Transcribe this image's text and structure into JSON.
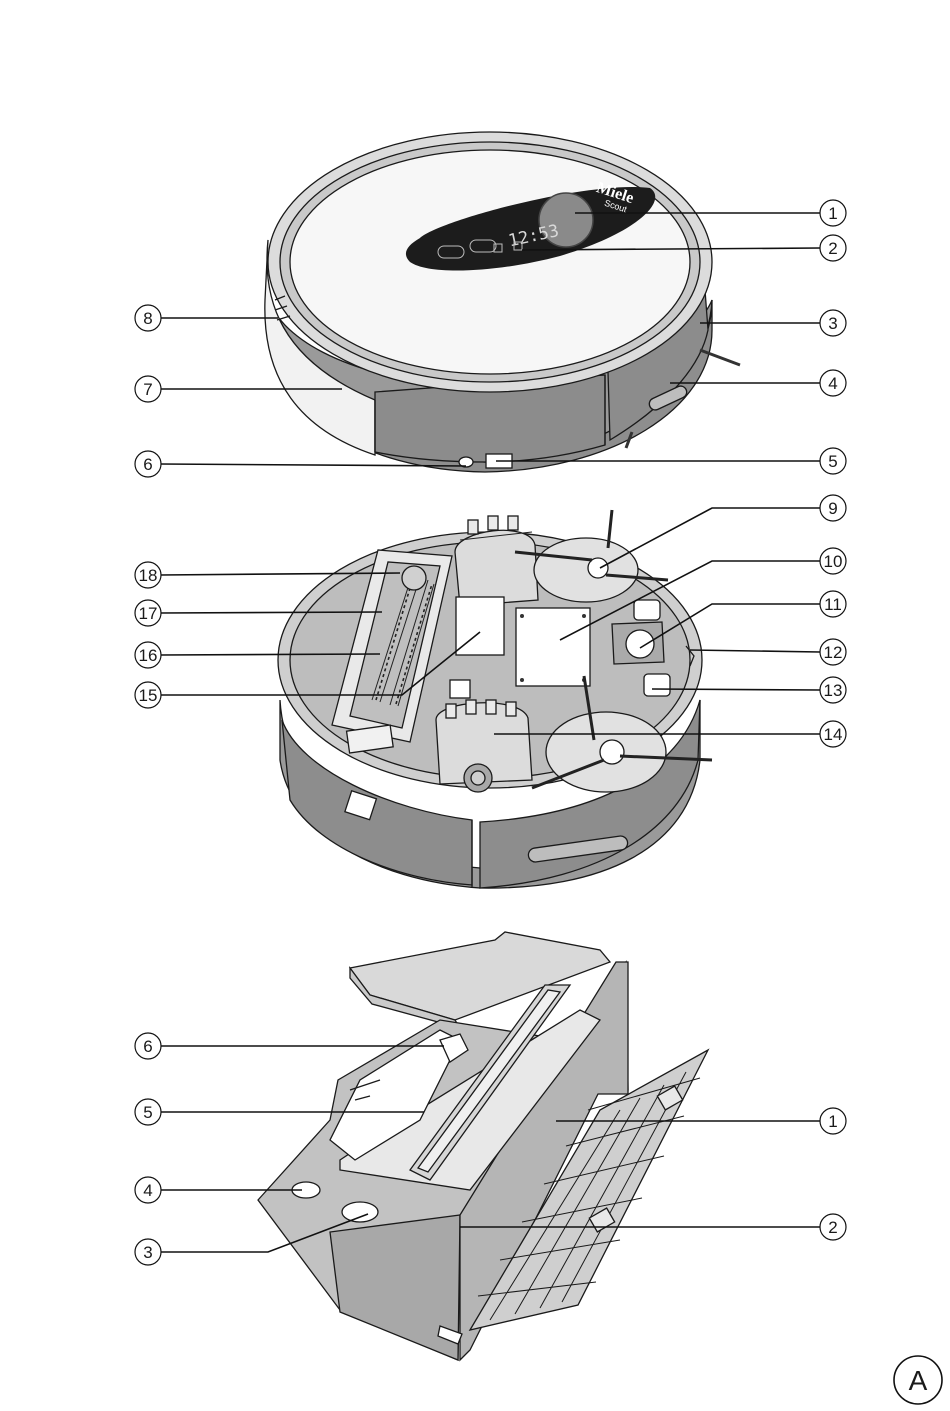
{
  "figure_id": "A",
  "robot_top": {
    "display_text": "12:53",
    "brand": "Miele",
    "model": "Scout",
    "callouts": [
      "1",
      "2",
      "3",
      "4",
      "5",
      "6",
      "7",
      "8"
    ]
  },
  "robot_bottom": {
    "callouts": [
      "9",
      "10",
      "11",
      "12",
      "13",
      "14",
      "15",
      "16",
      "17",
      "18"
    ]
  },
  "dust_container": {
    "callouts": [
      "6",
      "5",
      "4",
      "3",
      "1",
      "2"
    ]
  }
}
